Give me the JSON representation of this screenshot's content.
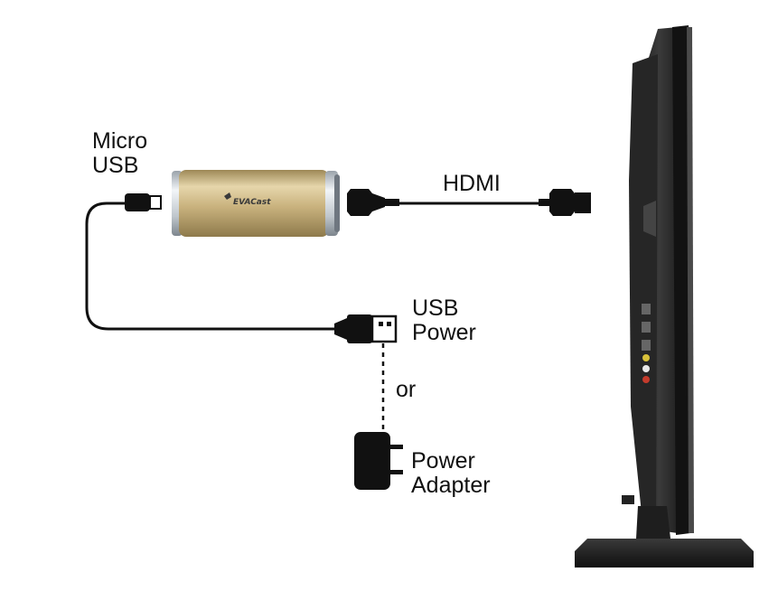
{
  "labels": {
    "micro_usb": [
      "Micro",
      "USB"
    ],
    "hdmi": "HDMI",
    "usb_power": [
      "USB",
      "Power"
    ],
    "or": "or",
    "power_adapter": [
      "Power",
      "Adapter"
    ]
  },
  "device": {
    "brand": "EVACast"
  },
  "colors": {
    "dongle_gold": "#c9b27e",
    "cable": "#111111",
    "tv_body": "#2a2a2a",
    "tv_stand": "#1a1a1a"
  }
}
